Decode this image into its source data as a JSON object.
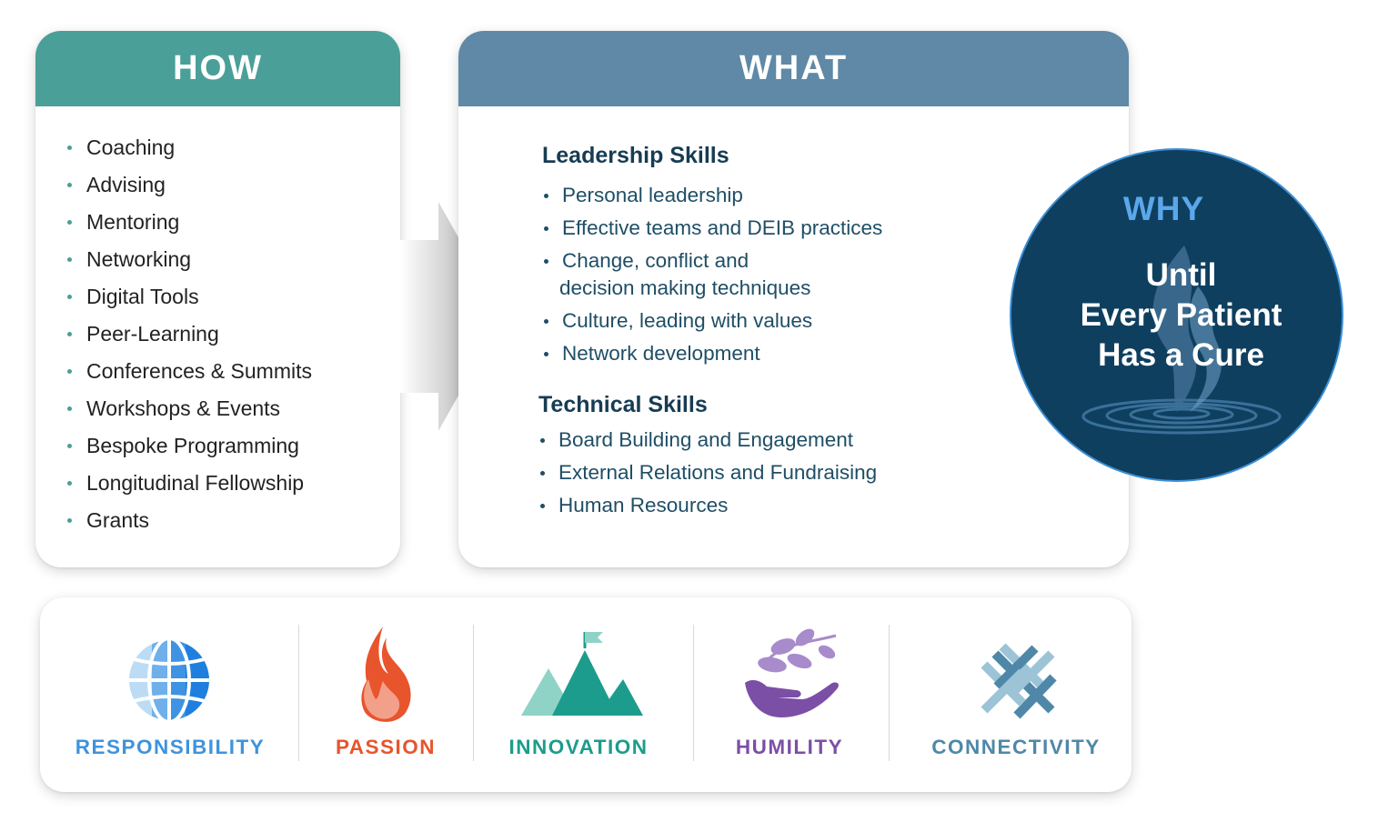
{
  "how": {
    "title": "HOW",
    "items": [
      "Coaching",
      "Advising",
      "Mentoring",
      "Networking",
      "Digital Tools",
      "Peer-Learning",
      "Conferences & Summits",
      "Workshops & Events",
      "Bespoke Programming",
      "Longitudinal Fellowship",
      "Grants"
    ]
  },
  "what": {
    "title": "WHAT",
    "leadership": {
      "heading": "Leadership Skills",
      "items": [
        "Personal leadership",
        "Effective teams and DEIB practices",
        "Change, conflict and",
        "decision making techniques",
        "Culture, leading with values",
        "Network development"
      ]
    },
    "technical": {
      "heading": "Technical Skills",
      "items": [
        "Board Building and Engagement",
        "External Relations and Fundraising",
        "Human Resources"
      ]
    }
  },
  "why": {
    "title": "WHY",
    "lines": [
      "Until",
      "Every Patient",
      "Has a Cure"
    ]
  },
  "values": [
    {
      "label": "RESPONSIBILITY",
      "color": "#3f93dc",
      "icon": "globe-icon"
    },
    {
      "label": "PASSION",
      "color": "#e8542c",
      "icon": "flame-icon"
    },
    {
      "label": "INNOVATION",
      "color": "#1c9c8c",
      "icon": "mountain-flag-icon"
    },
    {
      "label": "HUMILITY",
      "color": "#7b4fa6",
      "icon": "hand-leaf-icon"
    },
    {
      "label": "CONNECTIVITY",
      "color": "#4f87a8",
      "icon": "woven-cross-icon"
    }
  ]
}
